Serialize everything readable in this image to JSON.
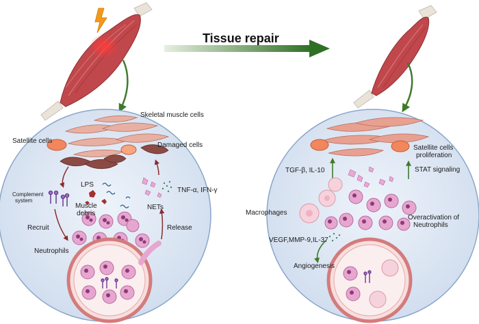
{
  "title": "Tissue repair",
  "left": {
    "skeletal_muscle_cells": "Skeletal muscle cells",
    "satellite_cells": "Satellite cells",
    "damaged_cells": "Damaged cells",
    "complement_system_line1": "Complement",
    "complement_system_line2": "system",
    "lps": "LPS",
    "muscle_debris_line1": "Muscle",
    "muscle_debris_line2": "debris",
    "tnf_ifn": "TNF-α, IFN-γ",
    "nets": "NETs",
    "recruit": "Recruit",
    "release": "Release",
    "neutrophils": "Neutrophils"
  },
  "right": {
    "tgf_il10": "TGF-β, IL-10",
    "satellite_prolif_line1": "Satellite cells",
    "satellite_prolif_line2": "proliferation",
    "stat_signaling": "STAT signaling",
    "macrophages": "Macrophages",
    "overactivation_line1": "Overactivation of",
    "overactivation_line2": "Neutrophils",
    "vegf": "VEGF,MMP-9,IL-37",
    "angiogenesis": "Angiogenesis"
  },
  "colors": {
    "circle_fill": "#dfe9f5",
    "circle_stroke": "#8aa6c8",
    "muscle_red": "#c0474b",
    "arrow_green": "#3f7a2a",
    "arrow_darkred": "#8b2a2a",
    "neutrophil": "#e7a6cf",
    "macrophage": "#f6d2dc",
    "satellite": "#f2875e",
    "damaged_cell": "#8c4a44",
    "lightning": "#f39a1c"
  }
}
